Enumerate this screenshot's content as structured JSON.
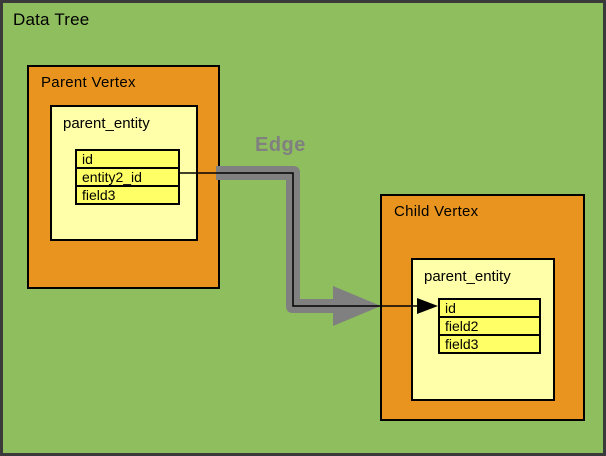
{
  "diagram": {
    "title": "Data Tree",
    "background_color": "#8ebe5e",
    "border_color": "#3a3a3a"
  },
  "edge": {
    "label": "Edge",
    "color": "#808080",
    "connector_color": "#000000",
    "from": "parent_vertex.entity.fields.1",
    "to": "child_vertex.entity.fields.0"
  },
  "parent_vertex": {
    "title": "Parent Vertex",
    "fill_color": "#e8941f",
    "entity": {
      "title": "parent_entity",
      "fill_color": "#ffffaa",
      "row_fill_color": "#ffff66",
      "fields": [
        {
          "label": "id"
        },
        {
          "label": "entity2_id"
        },
        {
          "label": "field3"
        }
      ]
    }
  },
  "child_vertex": {
    "title": "Child Vertex",
    "fill_color": "#e8941f",
    "entity": {
      "title": "parent_entity",
      "fill_color": "#ffffaa",
      "row_fill_color": "#ffff66",
      "fields": [
        {
          "label": "id"
        },
        {
          "label": "field2"
        },
        {
          "label": "field3"
        }
      ]
    }
  }
}
